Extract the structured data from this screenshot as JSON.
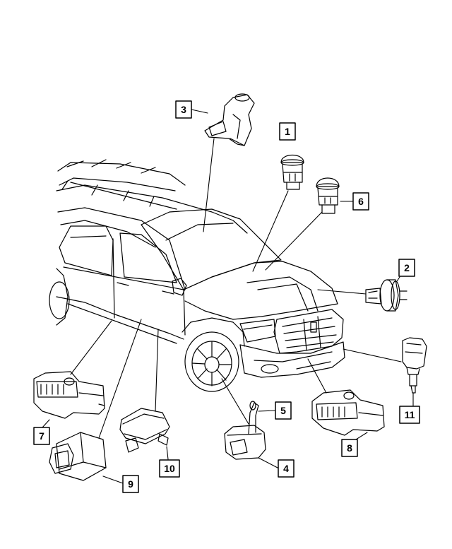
{
  "callouts": [
    {
      "id": "1",
      "label": "1"
    },
    {
      "id": "2",
      "label": "2"
    },
    {
      "id": "3",
      "label": "3"
    },
    {
      "id": "4",
      "label": "4"
    },
    {
      "id": "5",
      "label": "5"
    },
    {
      "id": "6",
      "label": "6"
    },
    {
      "id": "7",
      "label": "7"
    },
    {
      "id": "8",
      "label": "8"
    },
    {
      "id": "9",
      "label": "9"
    },
    {
      "id": "10",
      "label": "10"
    },
    {
      "id": "11",
      "label": "11"
    }
  ],
  "parts": [
    {
      "name": "rain-light-sensor",
      "callout": "3"
    },
    {
      "name": "sensor-bulb-socket-1",
      "callout": "1"
    },
    {
      "name": "sensor-bulb-socket-6",
      "callout": "6"
    },
    {
      "name": "round-sensor-connector",
      "callout": "2"
    },
    {
      "name": "temperature-sensor",
      "callout": "11"
    },
    {
      "name": "tire-pressure-sensor",
      "callout": "4"
    },
    {
      "name": "valve-stem",
      "callout": "5"
    },
    {
      "name": "side-impact-sensor-left",
      "callout": "7"
    },
    {
      "name": "front-impact-sensor",
      "callout": "8"
    },
    {
      "name": "module-connector",
      "callout": "9"
    },
    {
      "name": "small-module-sensor",
      "callout": "10"
    }
  ]
}
